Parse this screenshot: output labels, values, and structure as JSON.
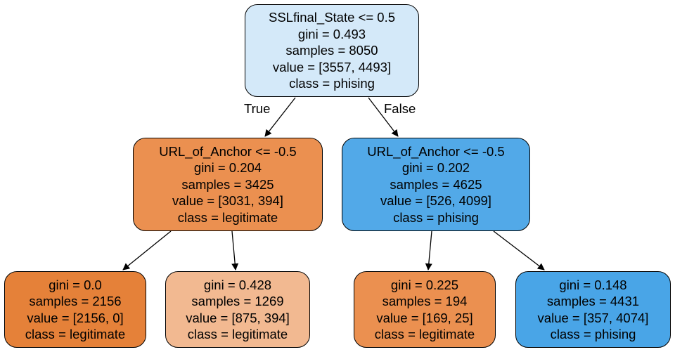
{
  "tree": {
    "colors": {
      "root": "#d4e9f9",
      "n1": "#eb9050",
      "n2": "#52a9e8",
      "n3": "#e58139",
      "n4": "#f2b991",
      "n5": "#eb9050",
      "n6": "#49a5e7"
    },
    "root": {
      "split": "SSLfinal_State <= 0.5",
      "gini": "gini = 0.493",
      "samples": "samples = 8050",
      "value": "value = [3557, 4493]",
      "class": "class = phising"
    },
    "n1": {
      "split": "URL_of_Anchor <= -0.5",
      "gini": "gini = 0.204",
      "samples": "samples = 3425",
      "value": "value = [3031, 394]",
      "class": "class = legitimate"
    },
    "n2": {
      "split": "URL_of_Anchor <= -0.5",
      "gini": "gini = 0.202",
      "samples": "samples = 4625",
      "value": "value = [526, 4099]",
      "class": "class = phising"
    },
    "n3": {
      "gini": "gini = 0.0",
      "samples": "samples = 2156",
      "value": "value = [2156, 0]",
      "class": "class = legitimate"
    },
    "n4": {
      "gini": "gini = 0.428",
      "samples": "samples = 1269",
      "value": "value = [875, 394]",
      "class": "class = legitimate"
    },
    "n5": {
      "gini": "gini = 0.225",
      "samples": "samples = 194",
      "value": "value = [169, 25]",
      "class": "class = legitimate"
    },
    "n6": {
      "gini": "gini = 0.148",
      "samples": "samples = 4431",
      "value": "value = [357, 4074]",
      "class": "class = phising"
    },
    "edge_labels": {
      "true": "True",
      "false": "False"
    }
  }
}
